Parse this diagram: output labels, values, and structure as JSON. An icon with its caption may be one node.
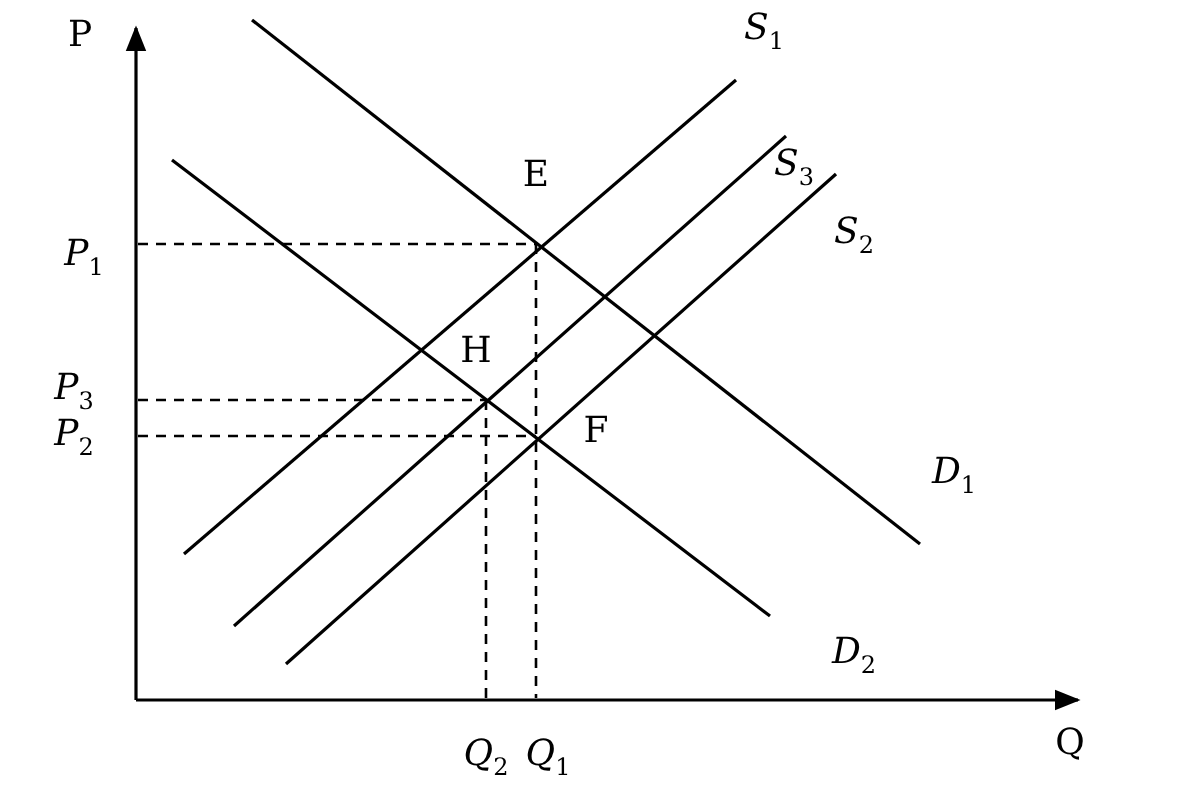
{
  "diagram": {
    "labels": [
      "P",
      "Q",
      "*S*$_{1}$",
      "*S*$_{3}$",
      "*S*$_{2}$",
      "E",
      "*P*$_{1}$",
      "H",
      "*P*$_{3}$",
      "F",
      "*P*$_{2}$",
      "*D*$_{1}$",
      "*D*$_{2}$",
      "*Q*$_{2}$",
      "*Q*$_{1}$"
    ]
  }
}
